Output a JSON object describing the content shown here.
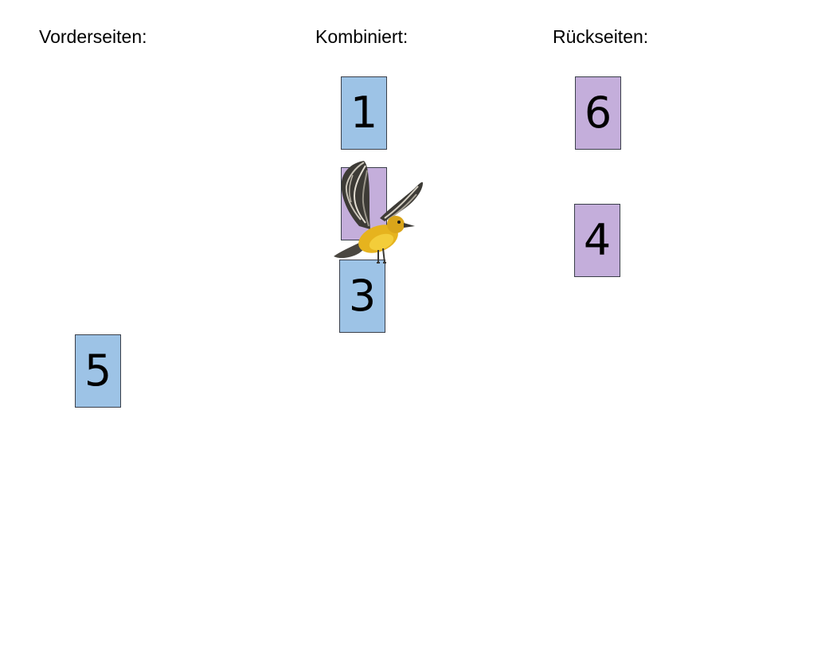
{
  "headings": {
    "front": "Vorderseiten:",
    "combined": "Kombiniert:",
    "back": "Rückseiten:"
  },
  "colors": {
    "front_card": "#9dc3e6",
    "back_card": "#c4aedb",
    "border": "#3a3f4a"
  },
  "cards": [
    {
      "id": "1",
      "label": "1",
      "side": "front",
      "group": "combined"
    },
    {
      "id": "2",
      "label": "",
      "side": "back",
      "group": "combined"
    },
    {
      "id": "3",
      "label": "3",
      "side": "front",
      "group": "combined"
    },
    {
      "id": "6",
      "label": "6",
      "side": "back",
      "group": "back"
    },
    {
      "id": "4",
      "label": "4",
      "side": "back",
      "group": "back"
    },
    {
      "id": "5",
      "label": "5",
      "side": "front",
      "group": "front"
    }
  ],
  "overlay": {
    "icon": "bird-icon"
  }
}
